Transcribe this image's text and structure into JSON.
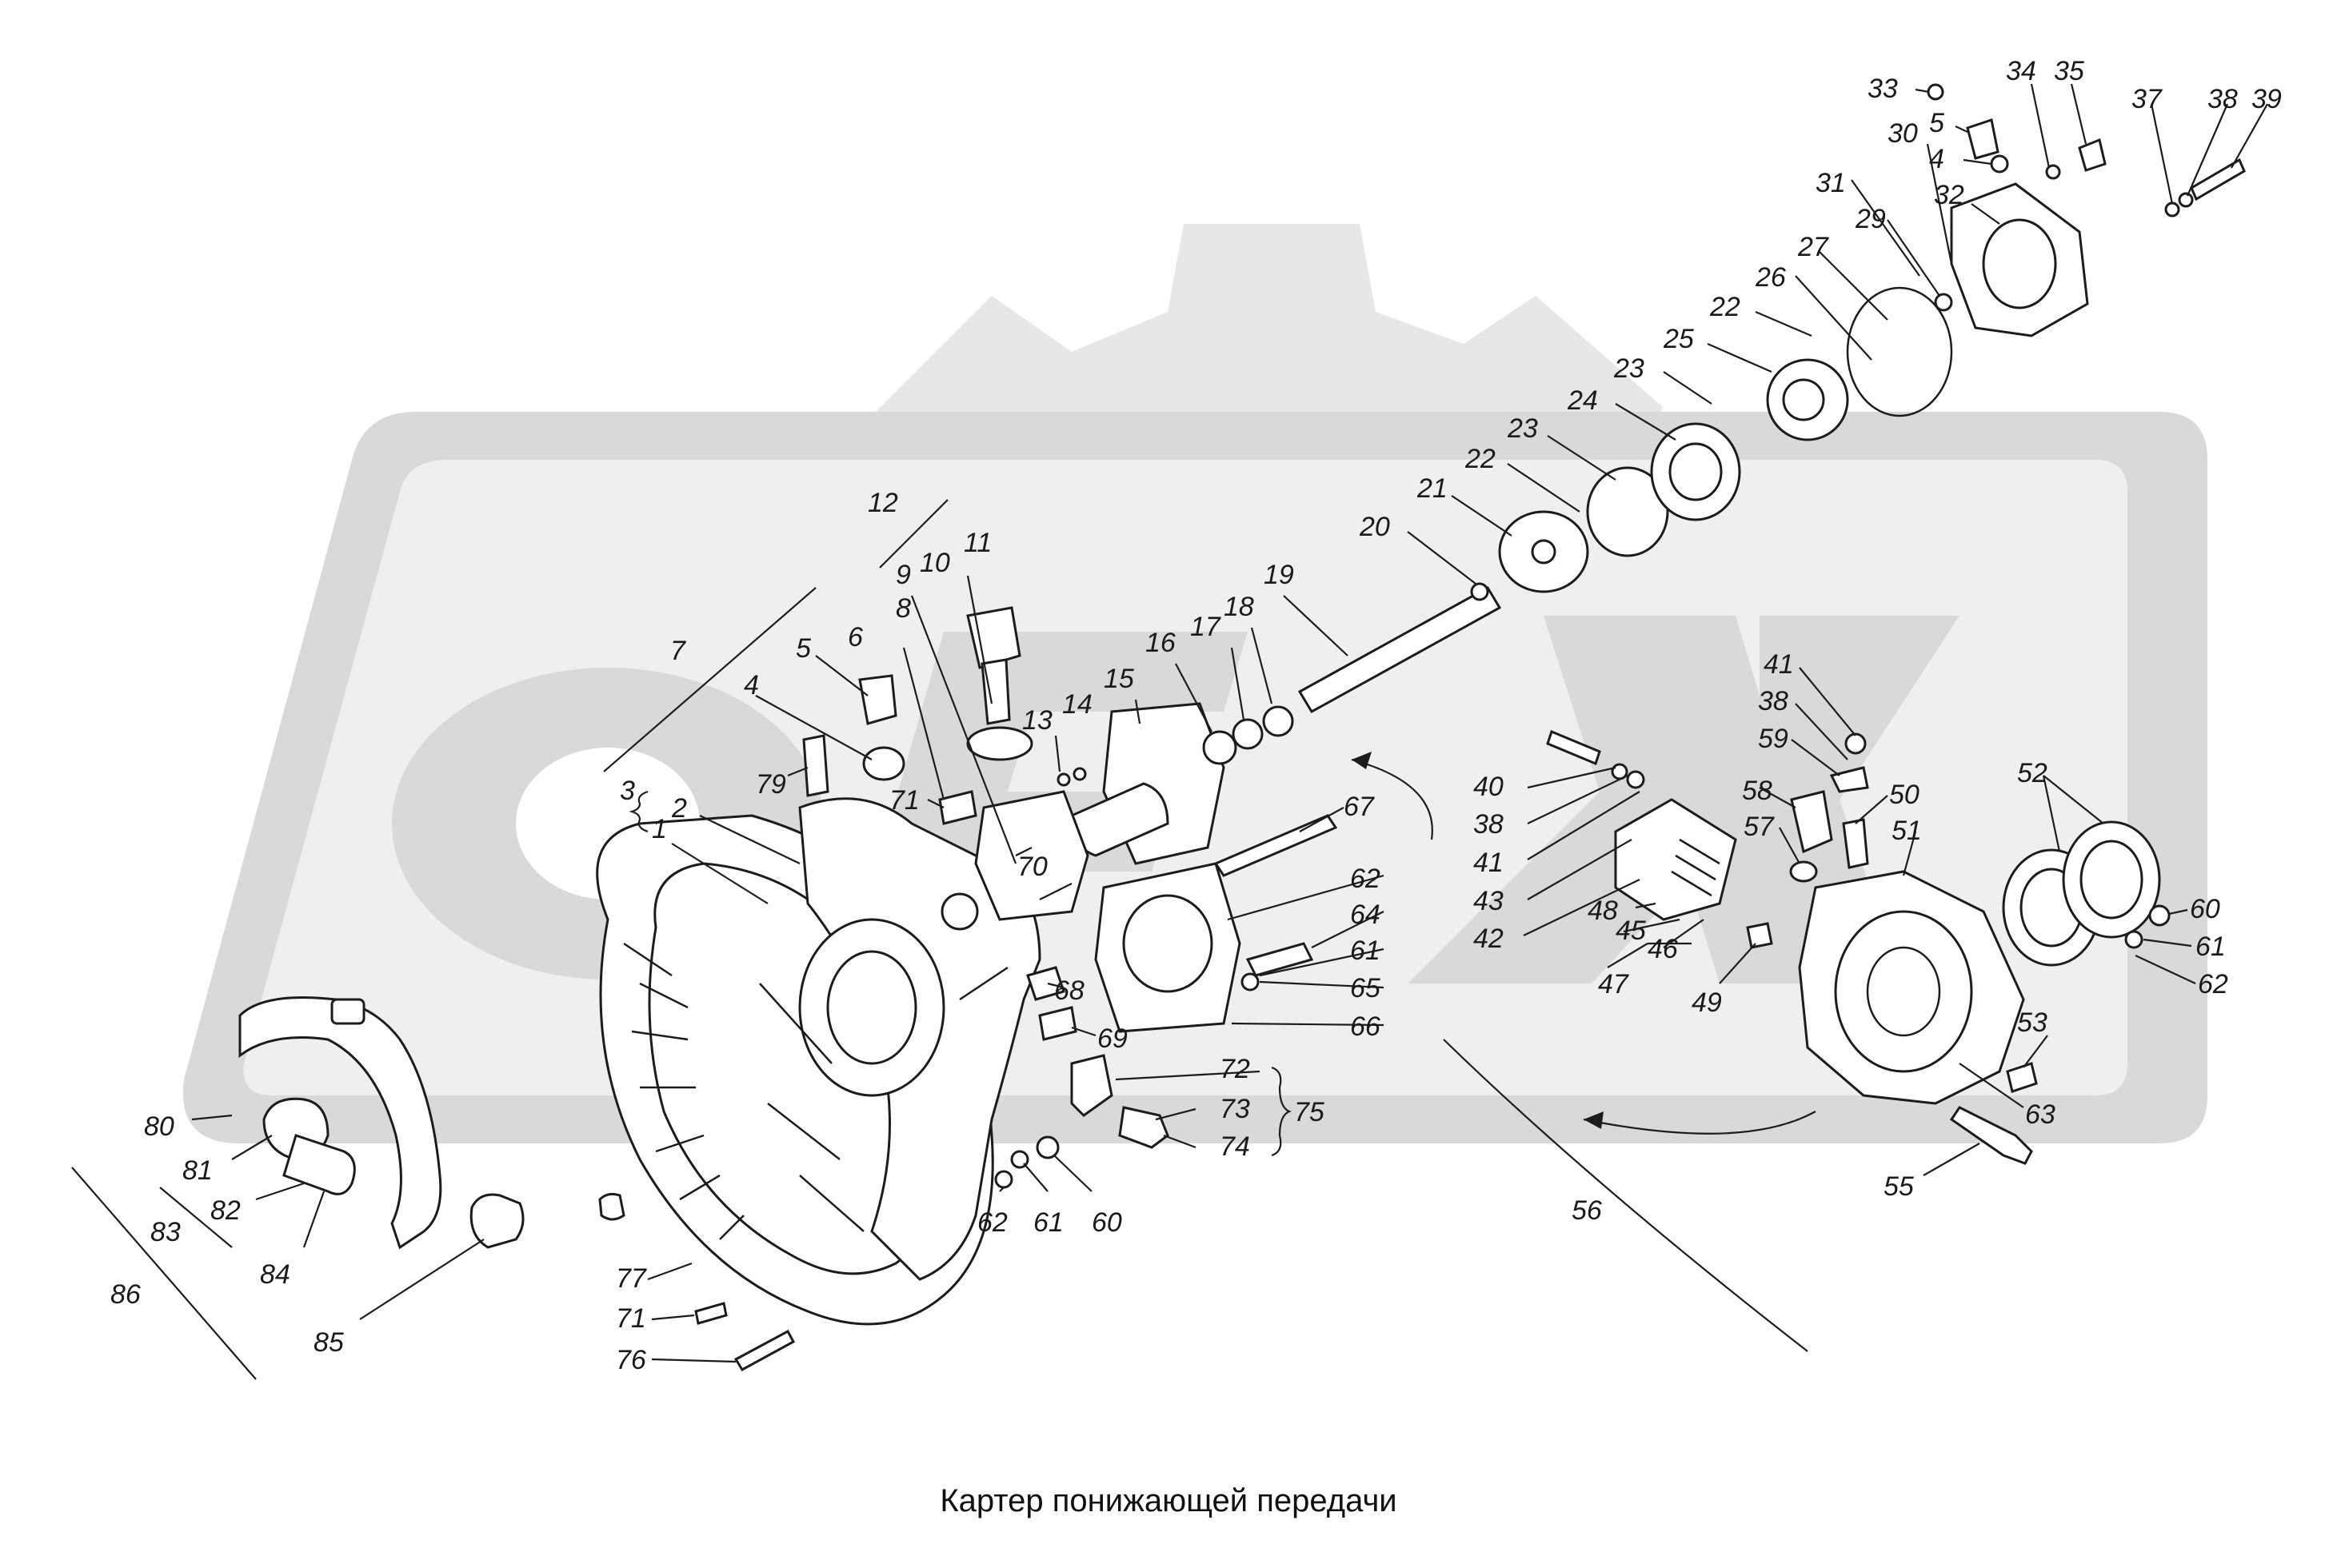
{
  "caption": "Картер понижающей передачи",
  "watermark": {
    "color": "#e6e6e6"
  },
  "labels": {
    "1": "1",
    "2": "2",
    "3": "3",
    "4a": "4",
    "4b": "4",
    "5a": "5",
    "5b": "5",
    "6": "6",
    "7": "7",
    "8": "8",
    "9": "9",
    "10": "10",
    "11": "11",
    "12": "12",
    "13": "13",
    "14": "14",
    "15": "15",
    "16": "16",
    "17": "17",
    "18": "18",
    "19": "19",
    "20": "20",
    "21": "21",
    "22a": "22",
    "22b": "22",
    "23a": "23",
    "23b": "23",
    "24": "24",
    "25": "25",
    "26": "26",
    "27": "27",
    "29": "29",
    "30": "30",
    "31": "31",
    "32": "32",
    "33": "33",
    "34": "34",
    "35": "35",
    "37": "37",
    "38a": "38",
    "38b": "38",
    "38c": "38",
    "39": "39",
    "40": "40",
    "41a": "41",
    "41b": "41",
    "42": "42",
    "43": "43",
    "45": "45",
    "46": "46",
    "47": "47",
    "48": "48",
    "49": "49",
    "50": "50",
    "51": "51",
    "52": "52",
    "53": "53",
    "55": "55",
    "56": "56",
    "57": "57",
    "58": "58",
    "59": "59",
    "60a": "60",
    "60b": "60",
    "61a": "61",
    "61b": "61",
    "61c": "61",
    "62a": "62",
    "62b": "62",
    "62c": "62",
    "63": "63",
    "64": "64",
    "65": "65",
    "66": "66",
    "67": "67",
    "68": "68",
    "69": "69",
    "70": "70",
    "71a": "71",
    "71b": "71",
    "72": "72",
    "73": "73",
    "74": "74",
    "75": "75",
    "76": "76",
    "77": "77",
    "79": "79",
    "80": "80",
    "81": "81",
    "82": "82",
    "83": "83",
    "84": "84",
    "85": "85",
    "86": "86"
  }
}
